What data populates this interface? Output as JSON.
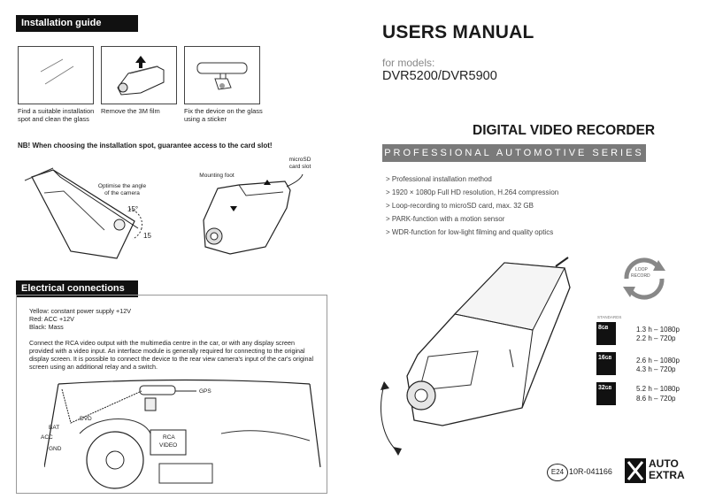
{
  "install": {
    "heading": "Installation guide",
    "steps": [
      {
        "caption": "Find a suitable installation spot and clean the glass"
      },
      {
        "caption": "Remove the 3M film"
      },
      {
        "caption": "Fix the device on the glass using a sticker"
      }
    ],
    "note": "NB! When choosing the installation spot, guarantee access to the card slot!",
    "optimise_label": "Optimise the angle of the camera",
    "angle_up": "15°",
    "angle_down": "15",
    "mount_label": "Mounting foot",
    "card_label": "microSD card slot"
  },
  "electrical": {
    "heading": "Electrical connections",
    "wires": [
      "Yellow: constant power supply +12V",
      "Red: ACC +12V",
      "Black: Mass"
    ],
    "paragraph": "Connect the RCA video output with the multimedia centre in the car, or with any display screen provided with a video input. An interface module is generally required for connecting to the original display screen. It is possible to connect the device to the rear view camera's input of the car's original screen using an additional relay and a switch.",
    "labels": {
      "gps": "GPS",
      "dvd": "DVD",
      "bat": "BAT",
      "acc": "ACC",
      "gnd": "GND",
      "rca": "RCA",
      "video": "VIDEO"
    }
  },
  "manual": {
    "title": "USERS MANUAL",
    "models_label": "for models:",
    "models": "DVR5200/DVR5900",
    "product": "DIGITAL VIDEO RECORDER",
    "series": "PROFESSIONAL AUTOMOTIVE SERIES",
    "features": [
      "> Professional installation method",
      "> 1920 × 1080p Full HD resolution, H.264 compression",
      "> Loop-recording to microSD card, max. 32 GB",
      "> PARK-function with a motion sensor",
      "> WDR-function for low-light filming and quality optics"
    ],
    "loop_top": "LOOP",
    "loop_bottom": "RECORD",
    "standards_label": "STANDARDS",
    "sd": [
      {
        "cap": "8",
        "unit": "GB",
        "lines": [
          "1.3 h – 1080p",
          "2.2 h – 720p"
        ]
      },
      {
        "cap": "16",
        "unit": "GB",
        "lines": [
          "2.6 h – 1080p",
          "4.3 h – 720p"
        ]
      },
      {
        "cap": "32",
        "unit": "GB",
        "lines": [
          "5.2 h – 1080p",
          "8.6 h – 720p"
        ]
      }
    ],
    "cert_mark": "E24",
    "cert_code": "10R-041166",
    "brand_top": "AUTO",
    "brand_bottom": "EXTRA"
  },
  "colors": {
    "dark_bar": "#111111",
    "grey_bar": "#7a7a7a",
    "text": "#1a1a1a"
  }
}
